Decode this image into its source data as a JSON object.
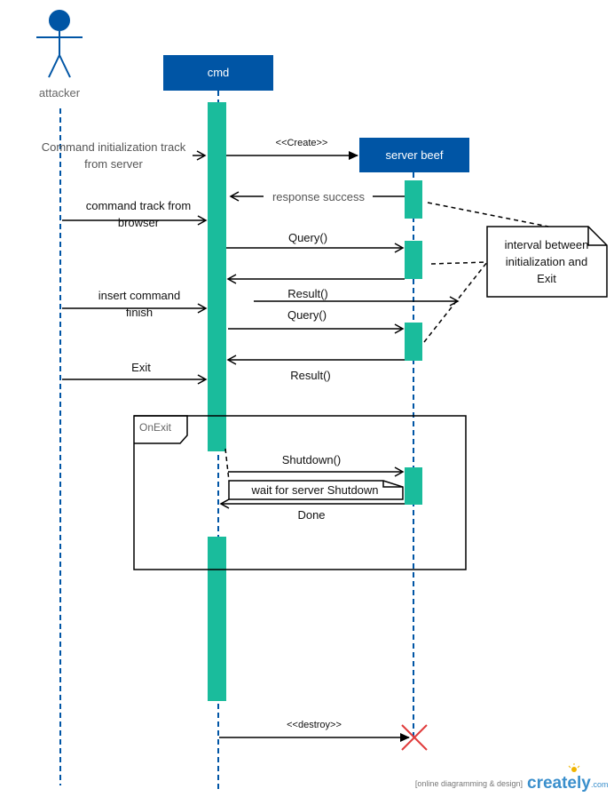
{
  "actor": {
    "name": "attacker"
  },
  "lifelines": {
    "cmd": "cmd",
    "server": "server beef"
  },
  "frame": {
    "label": "OnExit"
  },
  "note": {
    "lines": [
      "interval between",
      "initialization and",
      "Exit"
    ]
  },
  "messages": {
    "init_line1": "Command initialization track",
    "init_line2": "from server",
    "create": "<<Create>>",
    "response": "response success",
    "browser_line1": "command track from",
    "browser_line2": "browser",
    "query1": "Query()",
    "result1": "Result()",
    "insert_line1": "insert command",
    "insert_line2": "finish",
    "query2": "Query()",
    "result2": "Result()",
    "exit": "Exit",
    "shutdown": "Shutdown()",
    "wait": "wait for server Shutdown",
    "done": "Done",
    "destroy": "<<destroy>>"
  },
  "branding": {
    "tagline": "[online diagramming & design]",
    "brand": "creately",
    "tld": ".com"
  },
  "colors": {
    "blue": "#0055a5",
    "teal": "#1abc9c",
    "destroy": "#e03c3c"
  }
}
